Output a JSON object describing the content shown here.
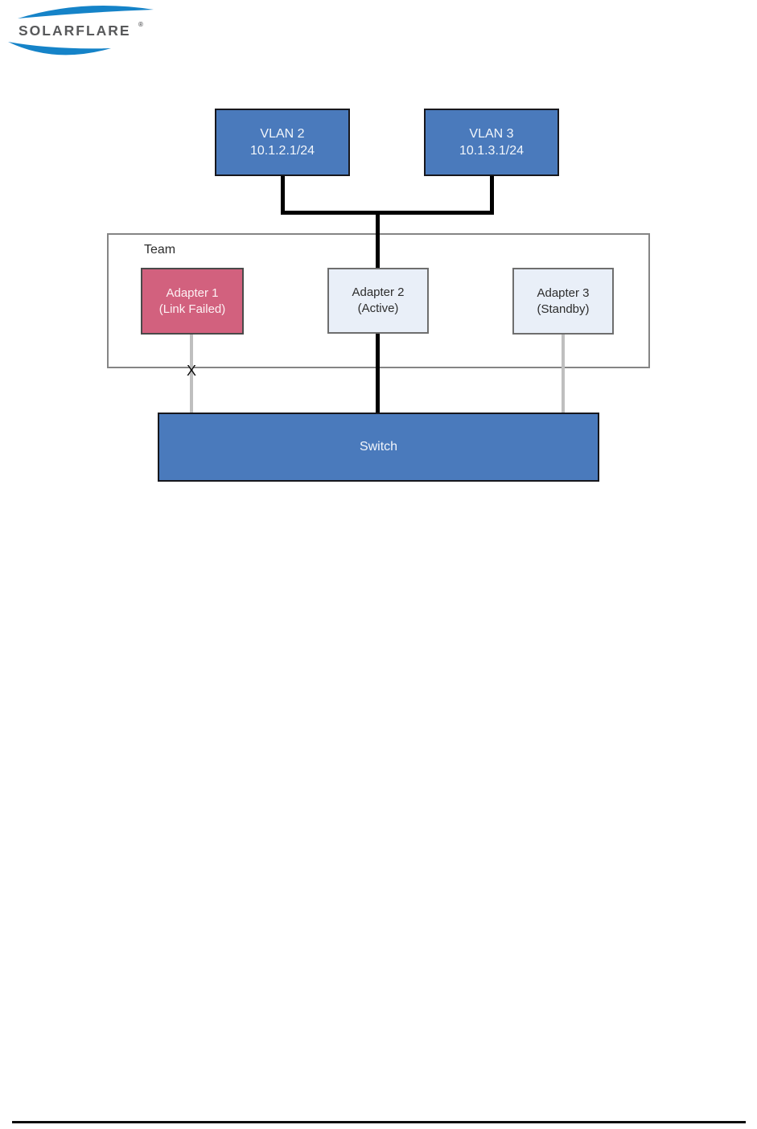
{
  "logo": {
    "text": "SOLARFLARE",
    "registered_mark": "®"
  },
  "diagram": {
    "vlans": [
      {
        "title": "VLAN 2",
        "subnet": "10.1.2.1/24"
      },
      {
        "title": "VLAN 3",
        "subnet": "10.1.3.1/24"
      }
    ],
    "team": {
      "label": "Team",
      "adapters": [
        {
          "title": "Adapter 1",
          "status": "(Link Failed)"
        },
        {
          "title": "Adapter 2",
          "status": "(Active)"
        },
        {
          "title": "Adapter 3",
          "status": "(Standby)"
        }
      ]
    },
    "failure_mark": "X",
    "switch_label": "Switch",
    "colors": {
      "node_blue": "#4A7ABC",
      "failed_pink": "#D2617E",
      "standby_fill": "#E9EFF8",
      "active_link_black": "#000000",
      "inactive_link_gray": "#BFBFBF",
      "team_border_gray": "#858585",
      "logo_blue": "#1583C8",
      "logo_text_gray": "#58595B"
    }
  }
}
